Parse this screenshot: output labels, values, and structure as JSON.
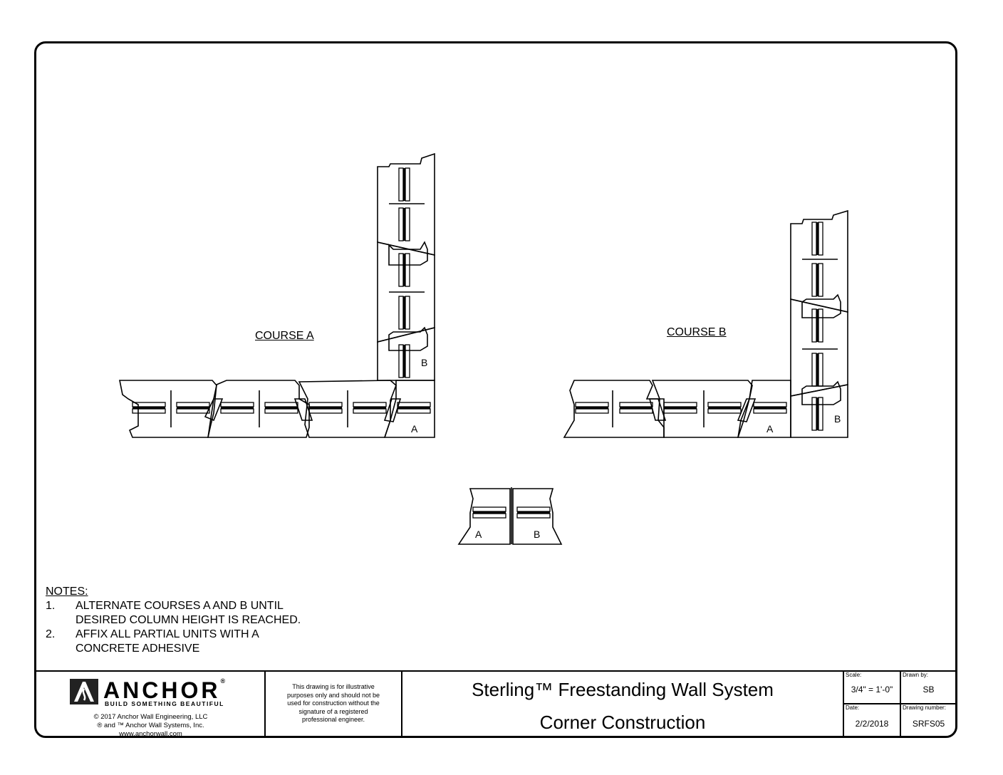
{
  "labels": {
    "course_a": "COURSE A",
    "course_b": "COURSE B",
    "block_a": "A",
    "block_b": "B"
  },
  "notes": {
    "title": "NOTES:",
    "items": [
      {
        "num": "1.",
        "lines": [
          "ALTERNATE COURSES A AND B UNTIL",
          "DESIRED COLUMN HEIGHT IS REACHED."
        ]
      },
      {
        "num": "2.",
        "lines": [
          "AFFIX ALL PARTIAL UNITS WITH A",
          "CONCRETE ADHESIVE"
        ]
      }
    ]
  },
  "title_block": {
    "brand": "ANCHOR",
    "brand_mark": "®",
    "tagline": "BUILD SOMETHING BEAUTIFUL",
    "copyright_lines": [
      "© 2017 Anchor Wall Engineering, LLC",
      "® and ™ Anchor Wall Systems, Inc.",
      "www.anchorwall.com"
    ],
    "disclaimer_lines": [
      "This drawing is for illustrative",
      "purposes only and should not be",
      "used for construction without the",
      "signature of a registered",
      "professional engineer."
    ],
    "title": "Sterling™ Freestanding Wall System",
    "subtitle": "Corner Construction",
    "scale_label": "Scale:",
    "scale": "3/4\" = 1'-0\"",
    "drawn_by_label": "Drawn by:",
    "drawn_by": "SB",
    "date_label": "Date:",
    "date": "2/2/2018",
    "drawing_number_label": "Drawing number:",
    "drawing_number": "SRFS05"
  }
}
